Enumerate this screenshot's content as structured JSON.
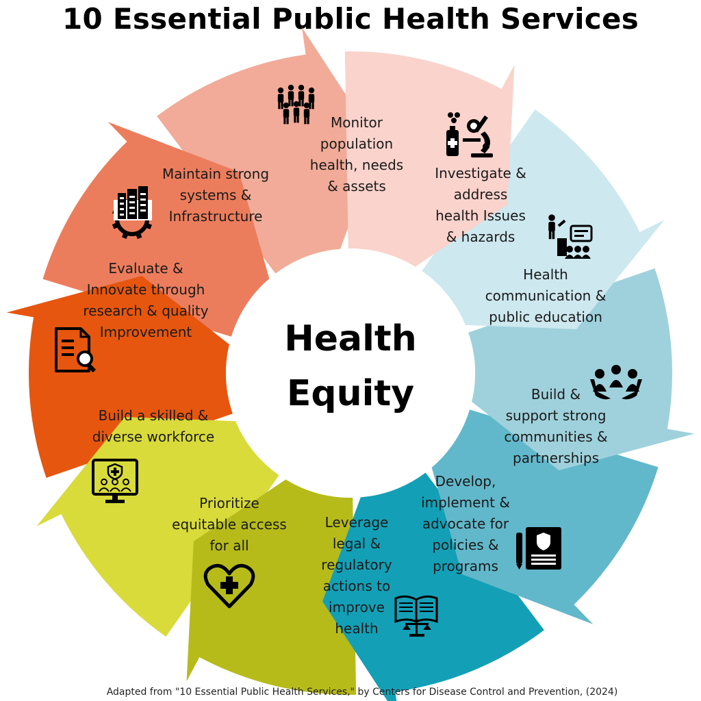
{
  "title": "10 Essential Public Health Services",
  "center": {
    "line1": "Health",
    "line2": "Equity"
  },
  "services": [
    {
      "lines": [
        "Monitor",
        "population",
        "health, needs",
        "& assets"
      ],
      "icon": "population-icon",
      "color": "#f9d3cc"
    },
    {
      "lines": [
        "Investigate &",
        "address",
        "health Issues",
        "& hazards"
      ],
      "icon": "microscope-icon",
      "color": "#cde8ef"
    },
    {
      "lines": [
        "Health",
        "communication &",
        "public education"
      ],
      "icon": "speaker-audience-icon",
      "color": "#9fd1dc"
    },
    {
      "lines": [
        "Build &",
        "support strong",
        "communities &",
        "partnerships"
      ],
      "icon": "community-hands-icon",
      "color": "#62b8cb"
    },
    {
      "lines": [
        "Develop,",
        "implement &",
        "advocate for",
        "policies &",
        "programs"
      ],
      "icon": "policy-document-icon",
      "color": "#13a0b7"
    },
    {
      "lines": [
        "Leverage",
        "legal &",
        "regulatory",
        "actions to",
        "improve",
        "health"
      ],
      "icon": "law-book-icon",
      "color": "#b6bb1a"
    },
    {
      "lines": [
        "Prioritize",
        "equitable access",
        "for all"
      ],
      "icon": "heart-plus-icon",
      "color": "#d8db3a"
    },
    {
      "lines": [
        "Build a skilled &",
        "diverse workforce"
      ],
      "icon": "workforce-monitor-icon",
      "color": "#e6560f"
    },
    {
      "lines": [
        "Evaluate &",
        "Innovate through",
        "research & quality",
        "Improvement"
      ],
      "icon": "document-search-icon",
      "color": "#ec7d5c"
    },
    {
      "lines": [
        "Maintain strong",
        "systems &",
        "Infrastructure"
      ],
      "icon": "building-gear-icon",
      "color": "#f1ab98"
    }
  ],
  "source": "Adapted from \"10 Essential Public Health Services,\" by Centers for Disease Control and Prevention, (2024)"
}
